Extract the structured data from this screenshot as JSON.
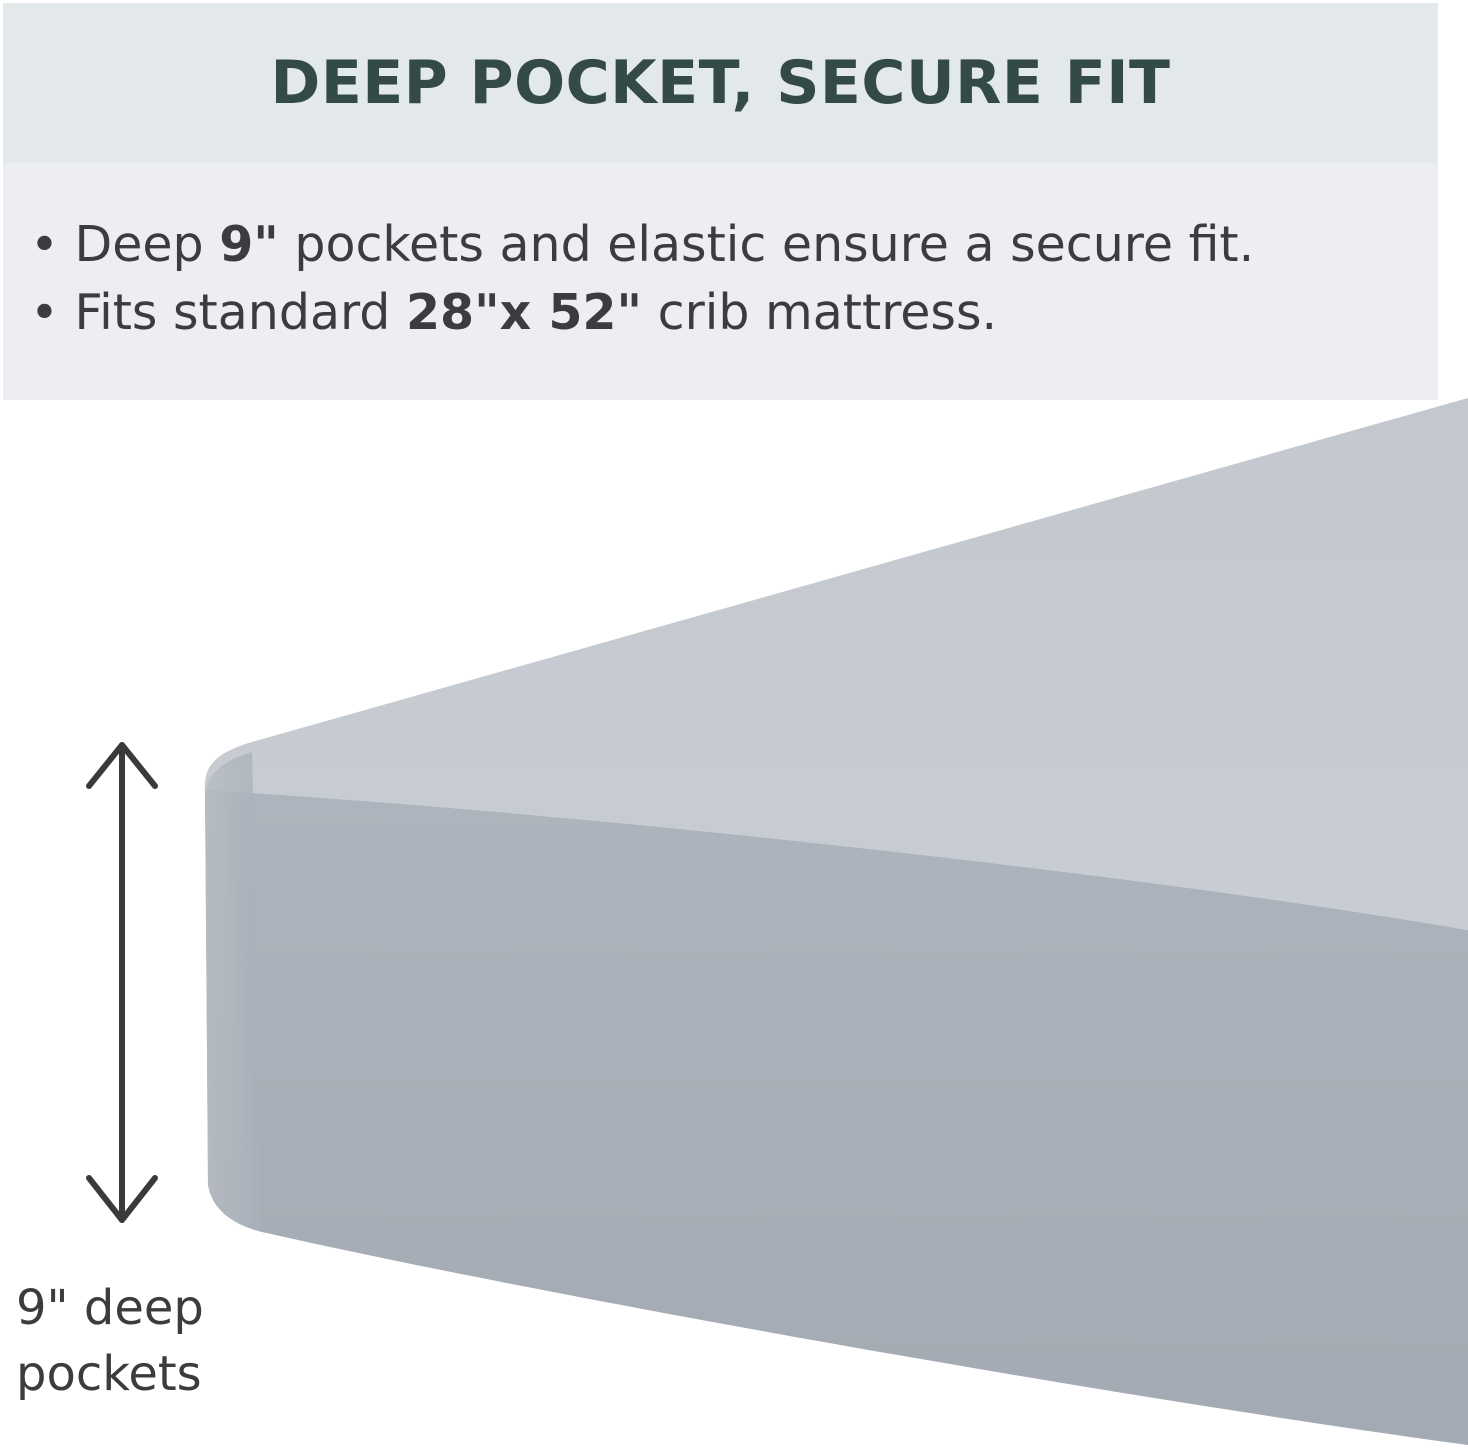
{
  "header": {
    "title": "DEEP POCKET, SECURE FIT"
  },
  "features": [
    {
      "prefix": "• Deep ",
      "bold": "9\"",
      "suffix": " pockets and elastic ensure a secure fit."
    },
    {
      "prefix": "• Fits standard ",
      "bold": "28\"x 52\"",
      "suffix": " crib mattress."
    }
  ],
  "depth_label": {
    "line1": "9\" deep",
    "line2": "pockets"
  },
  "colors": {
    "title_text": "#344a47",
    "header_band": "#e3e8eb",
    "bullet_band": "#eceef2",
    "body_text": "#3c3c3e",
    "sheet_top": "#c6cbd2",
    "sheet_side": "#a7adb6",
    "arrow": "#3a3a3a"
  },
  "icons": {
    "depth_arrow": "double-headed-vertical-arrow-icon"
  }
}
